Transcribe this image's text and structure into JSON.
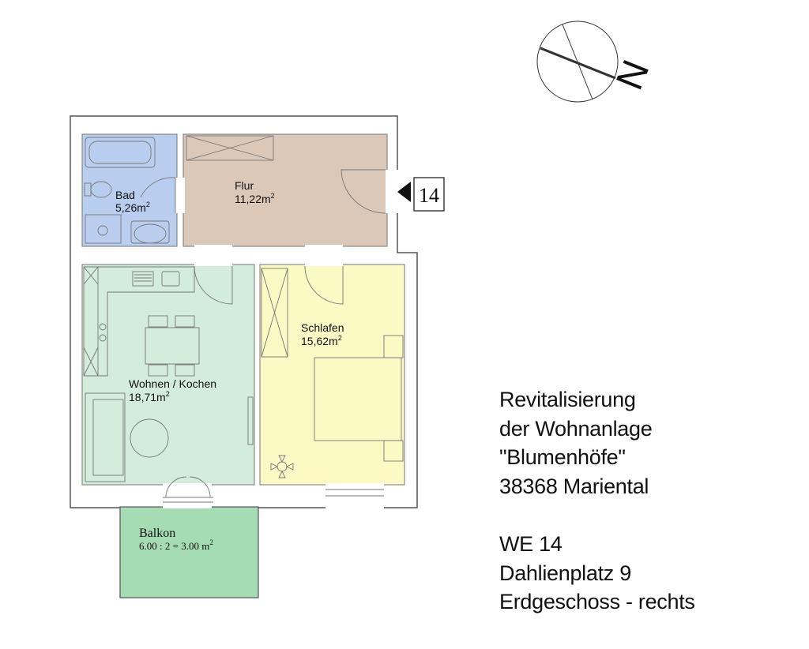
{
  "rooms": {
    "bad": {
      "name": "Bad",
      "area": "5,26m",
      "unit_sup": "2",
      "color": "#b9cdee"
    },
    "flur": {
      "name": "Flur",
      "area": "11,22m",
      "unit_sup": "2",
      "color": "#dcc8b9"
    },
    "wohnen": {
      "name": "Wohnen / Kochen",
      "area": "18,71m",
      "unit_sup": "2",
      "color": "#d3ecdc"
    },
    "schlafen": {
      "name": "Schlafen",
      "area": "15,62m",
      "unit_sup": "2",
      "color": "#fbf9c4"
    },
    "balkon": {
      "name": "Balkon",
      "area": "6.00 : 2 = 3.00 m",
      "unit_sup": "2",
      "color": "#a6dcb4"
    }
  },
  "entrance": {
    "number": "14",
    "arrow_icon": "triangle-left-icon"
  },
  "compass": {
    "label": "N",
    "icon": "compass-icon"
  },
  "info": {
    "project_lines": [
      "Revitalisierung",
      "der Wohnanlage",
      "\"Blumenhöfe\"",
      "38368 Mariental"
    ],
    "unit_lines": [
      "WE 14",
      "Dahlienplatz 9",
      "Erdgeschoss - rechts"
    ]
  }
}
